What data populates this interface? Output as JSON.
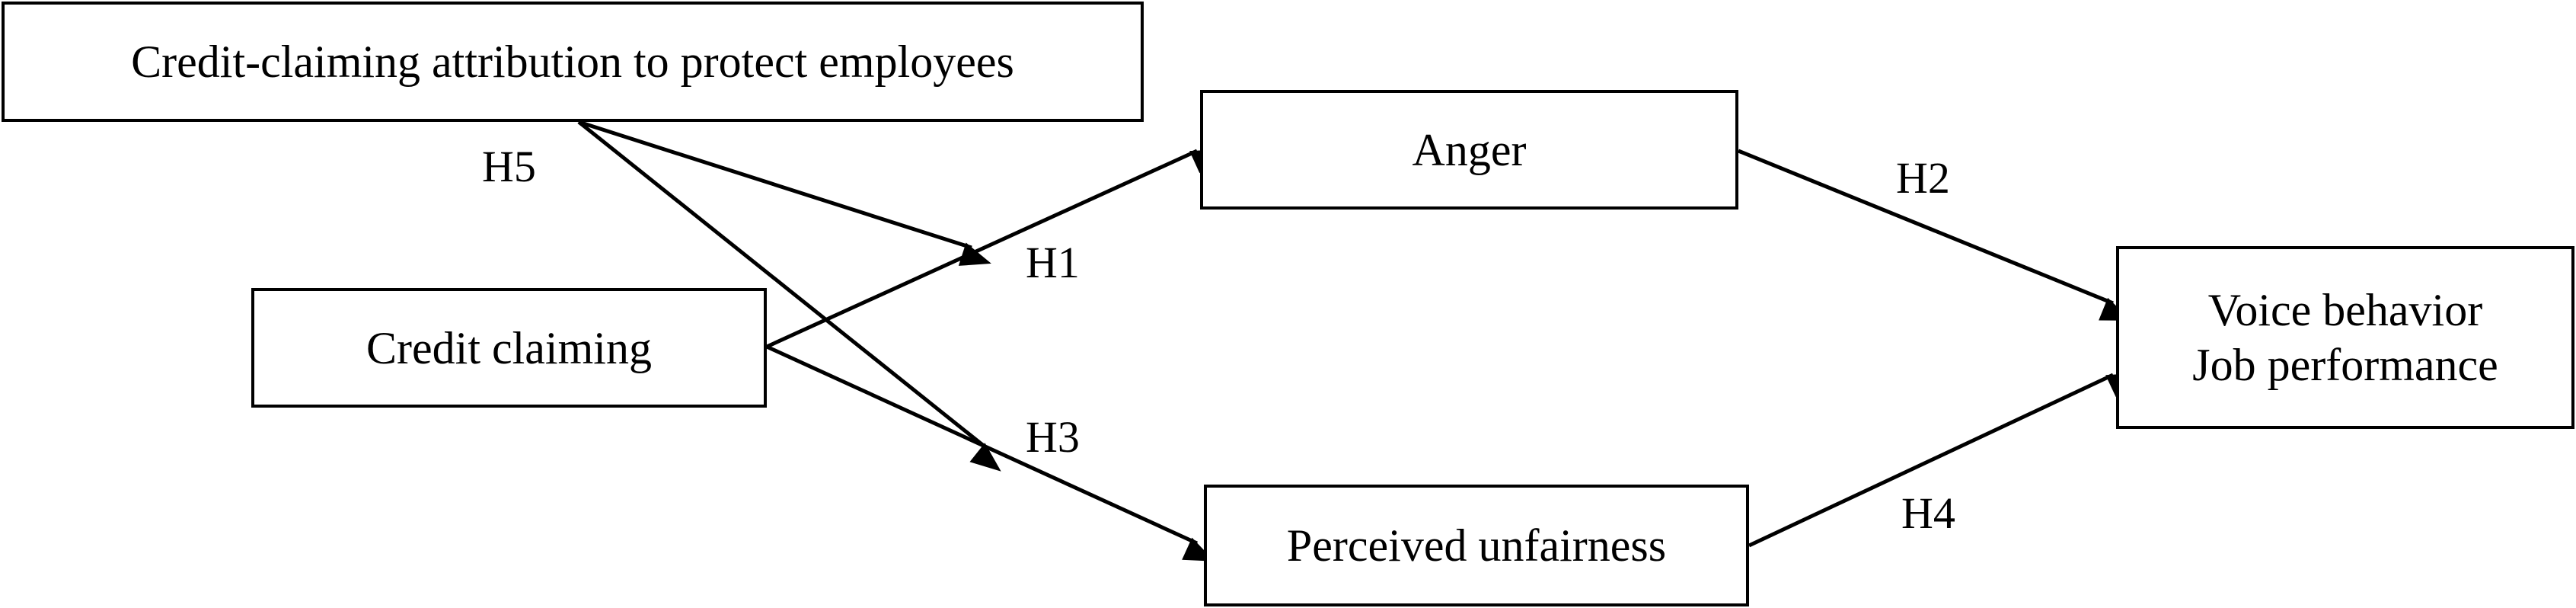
{
  "nodes": {
    "attribution": "Credit-claiming attribution to protect employees",
    "credit_claiming": "Credit claiming",
    "anger": "Anger",
    "unfairness": "Perceived unfairness",
    "outcome_line1": "Voice behavior",
    "outcome_line2": "Job performance"
  },
  "hypotheses": {
    "h1": "H1",
    "h2": "H2",
    "h3": "H3",
    "h4": "H4",
    "h5": "H5"
  },
  "colors": {
    "stroke": "#000000",
    "background": "#ffffff"
  }
}
